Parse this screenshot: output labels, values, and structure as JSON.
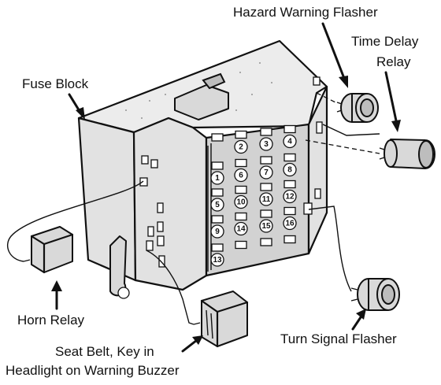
{
  "labels": {
    "fuse_block": "Fuse Block",
    "hazard_warning_flasher": "Hazard Warning Flasher",
    "time_delay_relay_line1": "Time Delay",
    "time_delay_relay_line2": "Relay",
    "horn_relay": "Horn Relay",
    "turn_signal_flasher": "Turn Signal Flasher",
    "buzzer_line1": "Seat Belt, Key in",
    "buzzer_line2": "Headlight on Warning Buzzer"
  },
  "fuse_numbers": [
    "1",
    "2",
    "3",
    "4",
    "5",
    "6",
    "7",
    "8",
    "9",
    "10",
    "11",
    "12",
    "13",
    "14",
    "15",
    "16"
  ]
}
